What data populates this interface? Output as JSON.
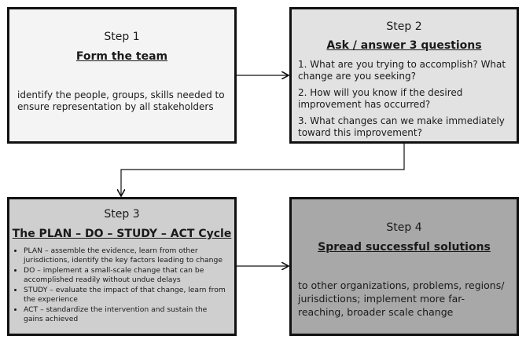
{
  "steps": [
    {
      "label": "Step 1",
      "title": "Form the team",
      "description": "identify the people, groups, skills needed to ensure representation by all stakeholders",
      "fill": "#f4f4f4"
    },
    {
      "label": "Step 2",
      "title": "Ask / answer 3 questions",
      "questions": [
        "1.  What are you trying to accomplish?  What change are you seeking?",
        "2.  How will you know if the desired improvement has occurred?",
        "3.  What changes can we make immediately toward this improvement?"
      ],
      "fill": "#e2e2e2"
    },
    {
      "label": "Step 3",
      "title": "The PLAN – DO – STUDY – ACT Cycle",
      "bullets": [
        "PLAN – assemble the evidence, learn from other jurisdictions, identify the key factors leading to change",
        "DO – implement a small-scale change that can be accomplished readily without undue delays",
        "STUDY – evaluate the impact of that change, learn from the experience",
        "ACT – standardize the intervention and sustain the gains achieved"
      ],
      "fill": "#cfcfcf"
    },
    {
      "label": "Step 4",
      "title": "Spread successful solutions",
      "description": "to other organizations, problems, regions/ jurisdictions;  implement more far-reaching, broader scale change",
      "fill": "#a8a8a8"
    }
  ]
}
